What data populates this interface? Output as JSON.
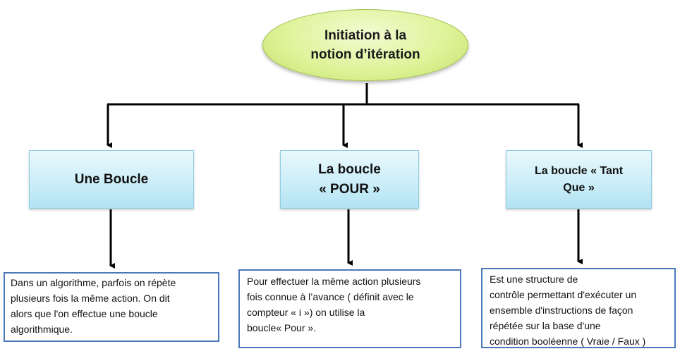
{
  "root": {
    "title": "Initiation à la\nnotion d’itération"
  },
  "branches": [
    {
      "title": "Une Boucle",
      "description": "Dans un algorithme,  parfois on répète\nplusieurs  fois la même action. On dit\nalors que l'on effectue une boucle\nalgorithmique."
    },
    {
      "title": "La boucle\n« POUR »",
      "description": "Pour effectuer la même action plusieurs\nfois connue à l’avance ( définit avec le\ncompteur « i ») on utilise la\nboucle« Pour »."
    },
    {
      "title": "La boucle « Tant\nQue »",
      "description": "Est une structure de\ncontrôle permettant d'exécuter un\nensemble d'instructions de façon\nrépétée sur la base d'une\ncondition booléenne ( Vraie / Faux )"
    }
  ],
  "colors": {
    "root_fill": "#dff39a",
    "branch_fill": "#cfeff9",
    "description_border": "#4a78b8",
    "connector": "#000000"
  }
}
